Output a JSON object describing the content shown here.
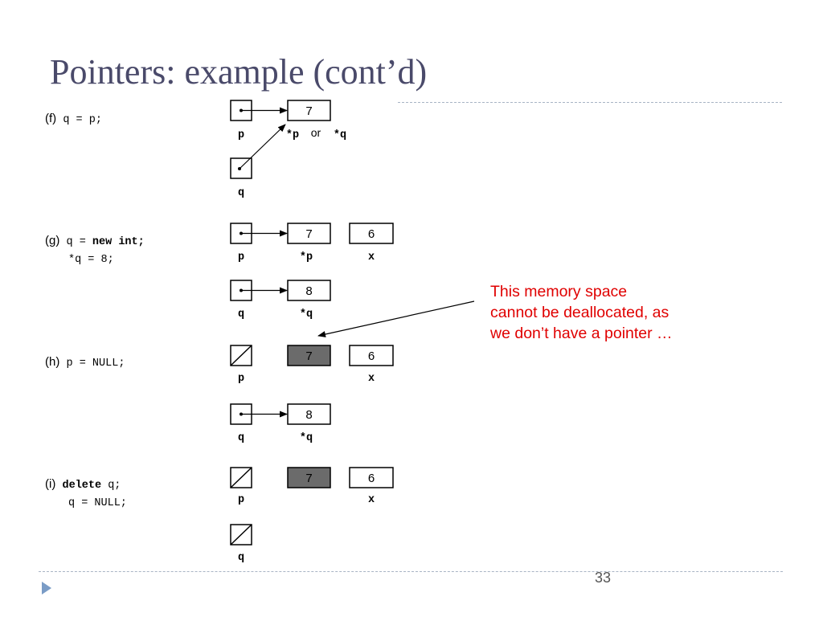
{
  "slide": {
    "title": "Pointers: example (cont’d)",
    "page_number": "33"
  },
  "steps": [
    {
      "tag": "(f)",
      "lines": [
        [
          {
            "text": "q = p;",
            "bold": false
          }
        ]
      ]
    },
    {
      "tag": "(g)",
      "lines": [
        [
          {
            "text": "q = ",
            "bold": false
          },
          {
            "text": "new int;",
            "bold": true
          }
        ],
        [
          {
            "text": "*q = 8;",
            "bold": false
          }
        ]
      ]
    },
    {
      "tag": "(h)",
      "lines": [
        [
          {
            "text": "p = NULL;",
            "bold": false
          }
        ]
      ]
    },
    {
      "tag": "(i)",
      "lines": [
        [
          {
            "text": "delete",
            "bold": true
          },
          {
            "text": " q;",
            "bold": false
          }
        ],
        [
          {
            "text": "q = NULL;",
            "bold": false
          }
        ]
      ]
    }
  ],
  "callout": {
    "lines": [
      "This memory space",
      "cannot be deallocated, as",
      "we don’t have a pointer …"
    ],
    "color": "#e00000"
  },
  "diagram": {
    "pointer_names": {
      "p": "p",
      "q": "q"
    },
    "f": {
      "value": "7",
      "target_label_a": "*p",
      "target_label_or": "or",
      "target_label_b": "*q"
    },
    "g": {
      "p_target_value": "7",
      "p_target_label": "*p",
      "x_value": "6",
      "x_label": "x",
      "q_target_value": "8",
      "q_target_label": "*q"
    },
    "h": {
      "orphan_value": "7",
      "x_value": "6",
      "x_label": "x",
      "q_target_value": "8",
      "q_target_label": "*q"
    },
    "i": {
      "orphan_value": "7",
      "x_value": "6",
      "x_label": "x"
    },
    "colors": {
      "orphan_fill": "#6b6b6b",
      "line": "#000000"
    }
  }
}
